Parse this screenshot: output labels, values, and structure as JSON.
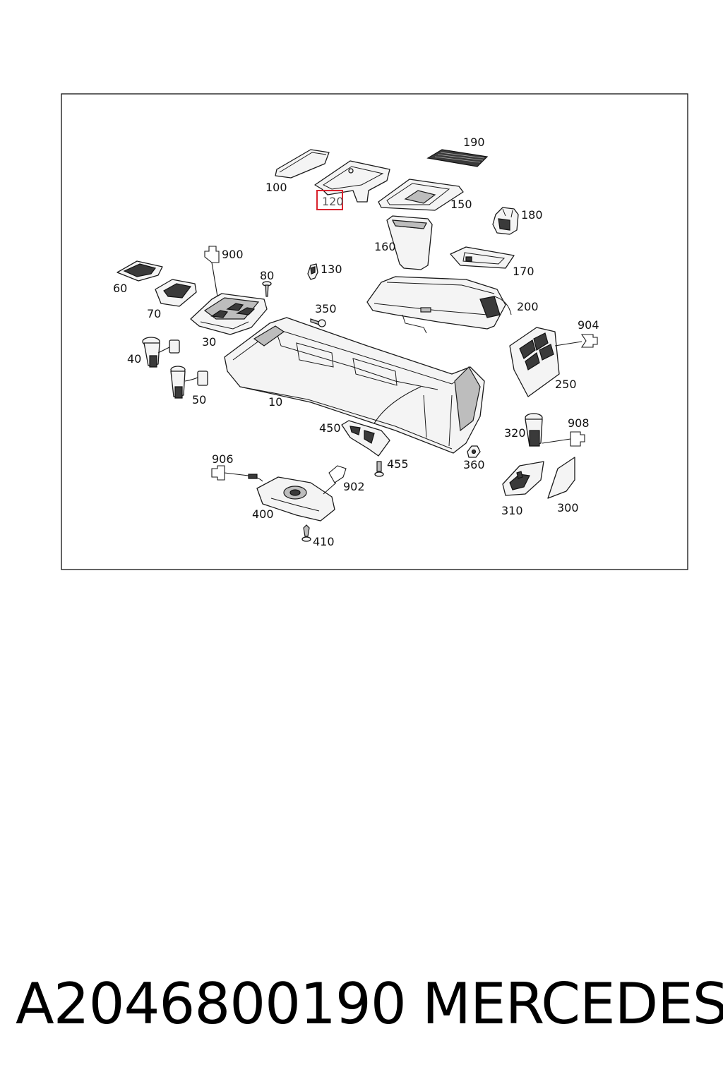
{
  "diagram": {
    "highlighted_part": "120",
    "callouts": {
      "p10": "10",
      "p30": "30",
      "p40": "40",
      "p50": "50",
      "p60": "60",
      "p70": "70",
      "p80": "80",
      "p100": "100",
      "p120": "120",
      "p130": "130",
      "p150": "150",
      "p160": "160",
      "p170": "170",
      "p180": "180",
      "p190": "190",
      "p200": "200",
      "p250": "250",
      "p300": "300",
      "p310": "310",
      "p320": "320",
      "p350": "350",
      "p360": "360",
      "p400": "400",
      "p410": "410",
      "p450": "450",
      "p455": "455",
      "p900": "900",
      "p902": "902",
      "p904": "904",
      "p906": "906",
      "p908": "908"
    }
  },
  "footer": {
    "part_number": "A2046800190",
    "brand": "MERCEDES"
  }
}
